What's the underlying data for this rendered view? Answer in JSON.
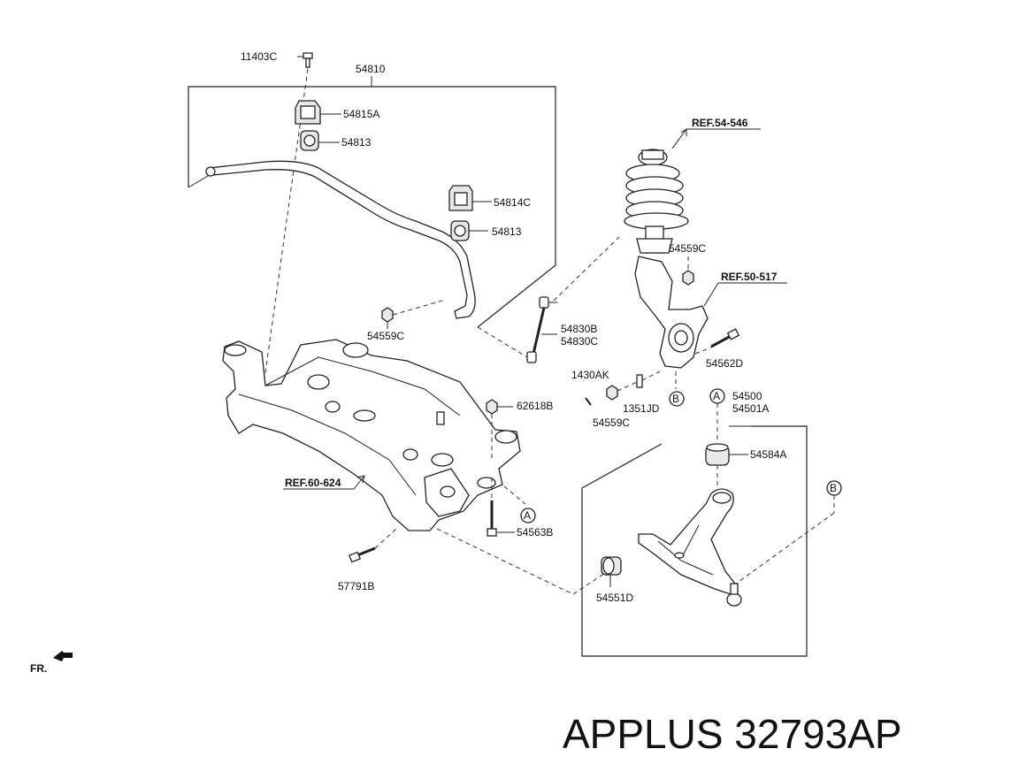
{
  "parts": {
    "p11403C": "11403C",
    "p54810": "54810",
    "p54815A": "54815A",
    "p54813a": "54813",
    "p54814C": "54814C",
    "p54813b": "54813",
    "p54559Ca": "54559C",
    "p54830": "54830B",
    "p54830C": "54830C",
    "p54559Cb": "54559C",
    "p54562D": "54562D",
    "p1430AK": "1430AK",
    "p1351JD": "1351JD",
    "p54559Cc": "54559C",
    "p62618B": "62618B",
    "p54500": "54500",
    "p54501A": "54501A",
    "p54584A": "54584A",
    "p54563B": "54563B",
    "p57791B": "57791B",
    "p54551D": "54551D"
  },
  "refs": {
    "r54546": "REF.54-546",
    "r50517": "REF.50-517",
    "r60624": "REF.60-624"
  },
  "markers": {
    "a": "A",
    "b": "B"
  },
  "front_label": "FR.",
  "brand_text": "APPLUS 32793AP"
}
